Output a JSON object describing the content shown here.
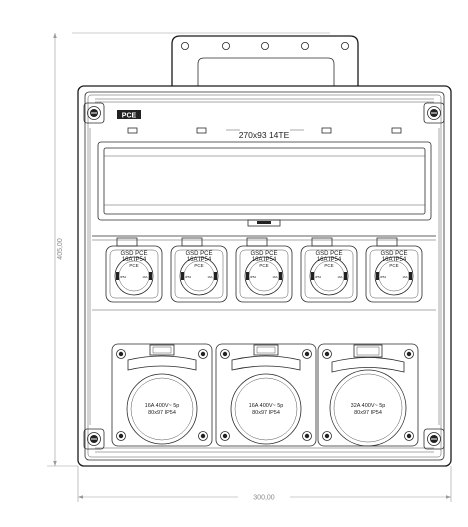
{
  "dimensions": {
    "height": "405,00",
    "width": "300,00"
  },
  "enclosure": {
    "brand": "PCE",
    "din_label": "270x93 14TE"
  },
  "schuko_sockets": [
    {
      "line1": "GSD PCE",
      "line2": "16A IP54",
      "brand": "PCE",
      "note_left": "IP54",
      "note_right": "16A"
    },
    {
      "line1": "GSD PCE",
      "line2": "16A IP54",
      "brand": "PCE",
      "note_left": "IP54",
      "note_right": "16A"
    },
    {
      "line1": "GSD PCE",
      "line2": "16A IP54",
      "brand": "PCE",
      "note_left": "IP54",
      "note_right": "16A"
    },
    {
      "line1": "GSD PCE",
      "line2": "16A IP54",
      "brand": "PCE",
      "note_left": "IP54",
      "note_right": "16A"
    },
    {
      "line1": "GSD PCE",
      "line2": "16A IP54",
      "brand": "PCE",
      "note_left": "IP54",
      "note_right": "16A"
    }
  ],
  "cee_sockets": [
    {
      "line1": "16A 400V~ 5p",
      "line2": "80x97 IP54"
    },
    {
      "line1": "16A 400V~ 5p",
      "line2": "80x97 IP54"
    },
    {
      "line1": "32A 400V~ 5p",
      "line2": "80x97 IP54"
    }
  ]
}
